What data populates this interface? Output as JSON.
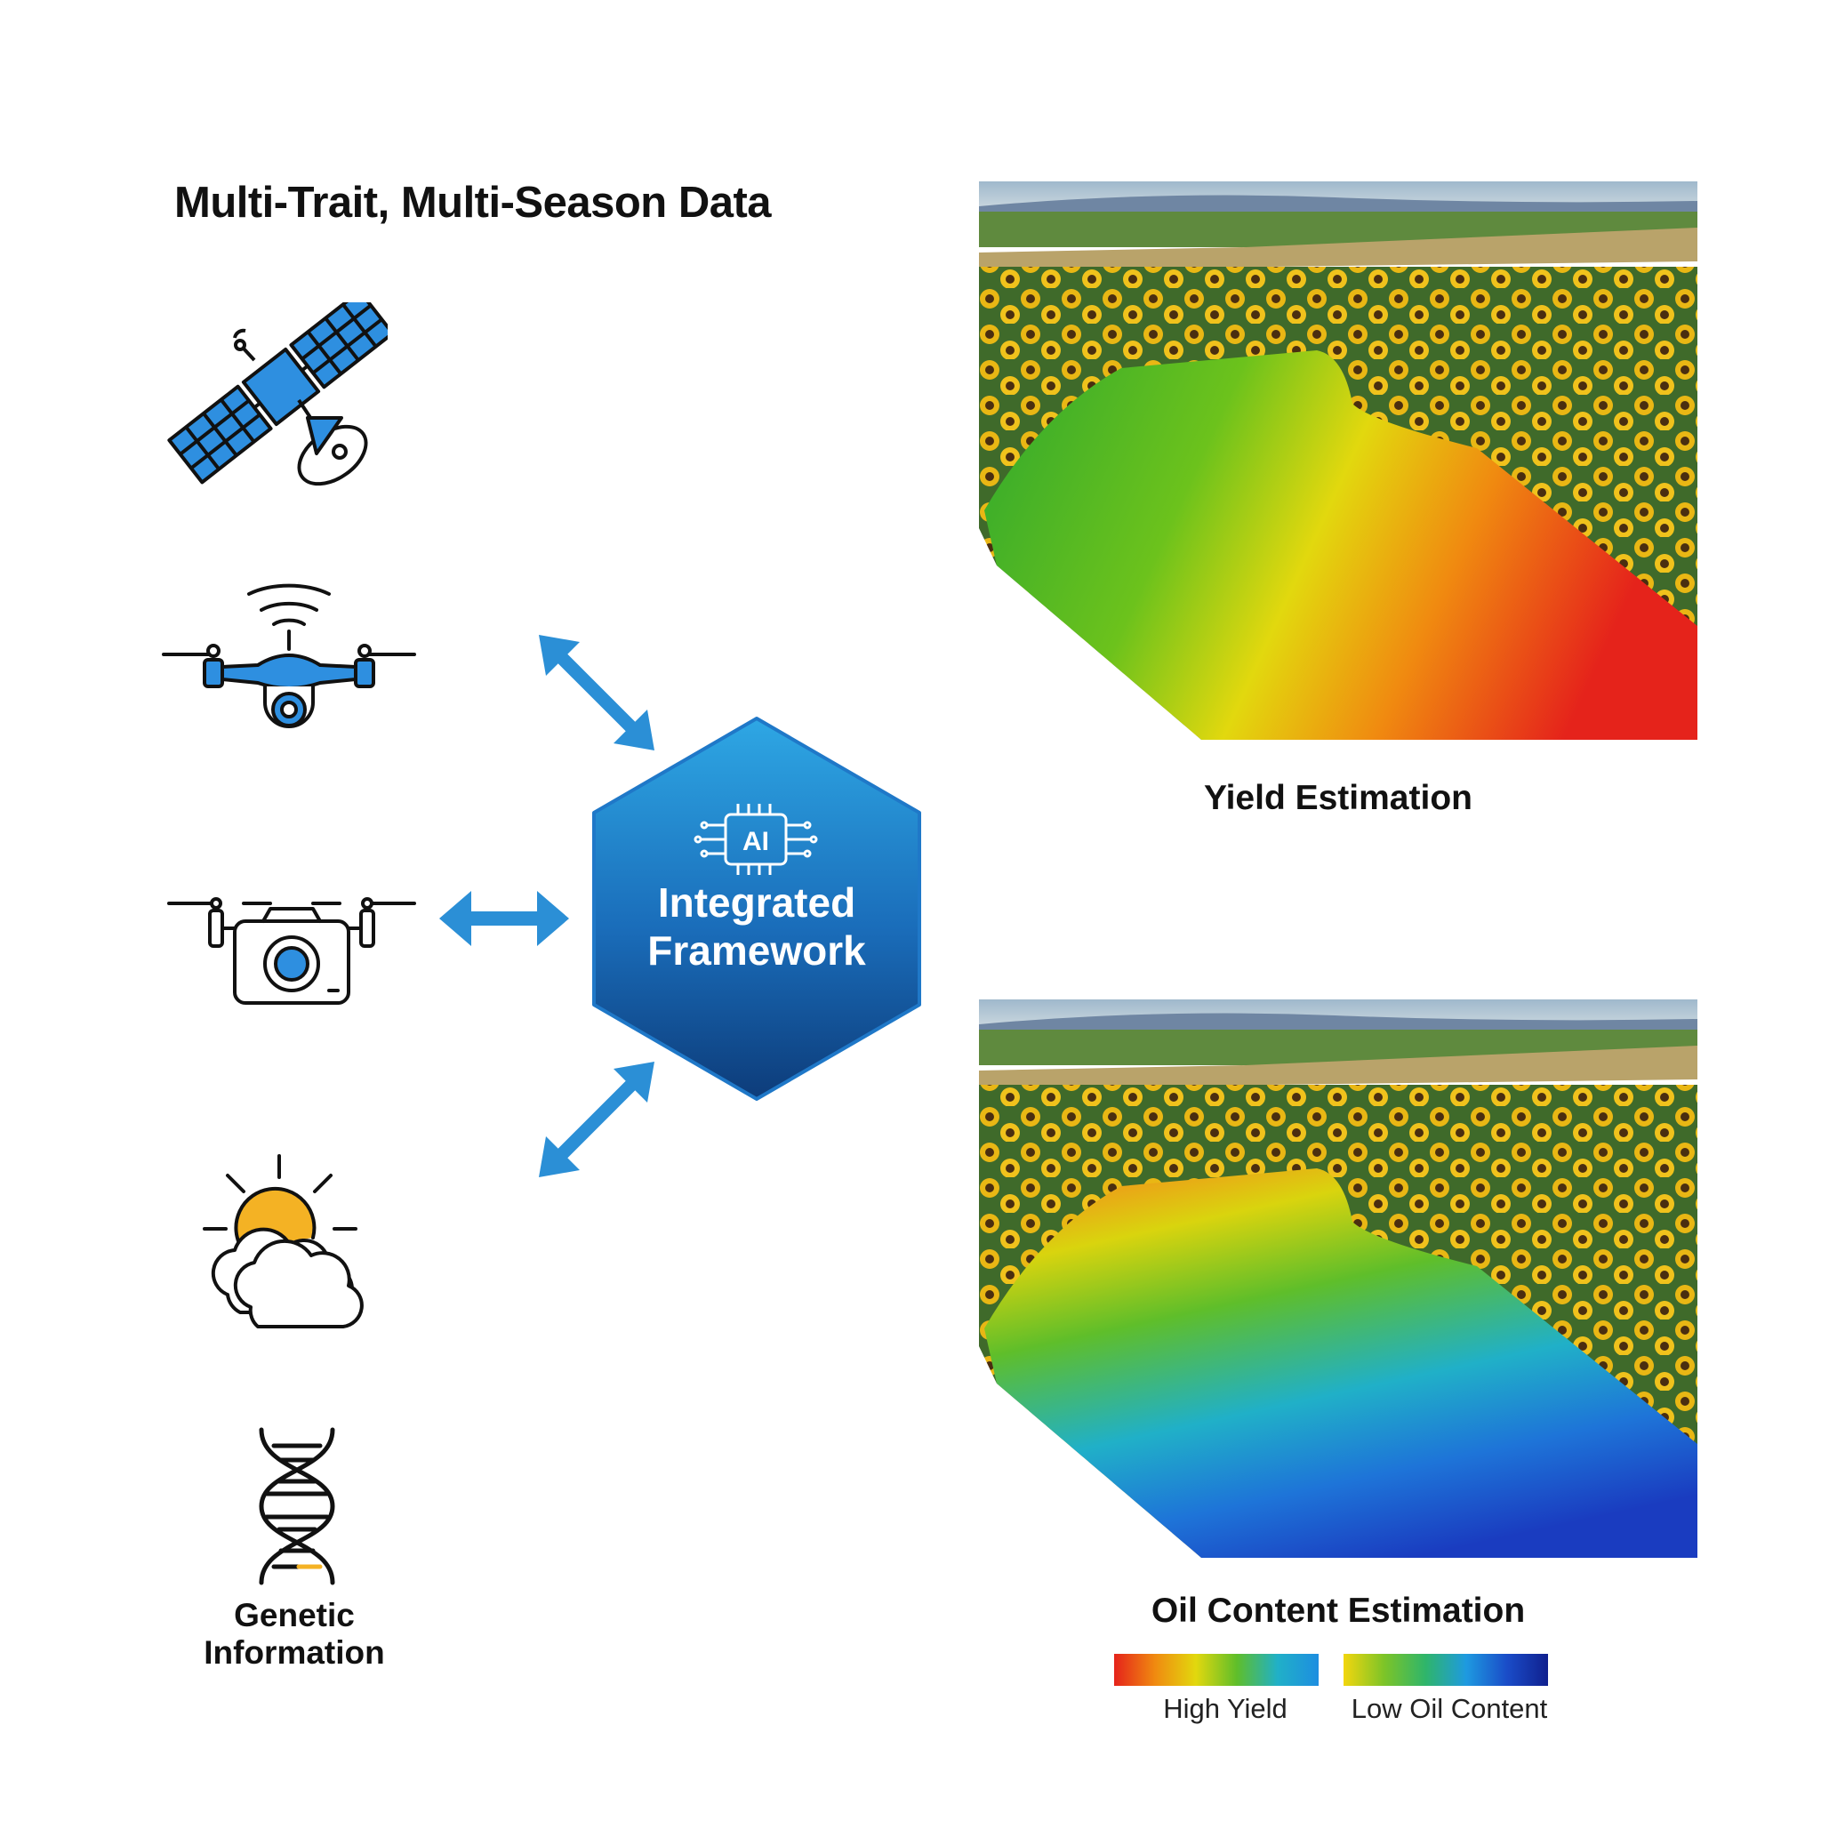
{
  "diagram": {
    "title": "Multi-Trait, Multi-Season Data",
    "hub": {
      "chip_label": "AI",
      "line1": "Integrated",
      "line2": "Framework"
    },
    "inputs": [
      {
        "icon": "satellite-icon"
      },
      {
        "icon": "drone-wifi-icon"
      },
      {
        "icon": "drone-camera-icon"
      },
      {
        "icon": "weather-sun-cloud-icon"
      },
      {
        "icon": "dna-icon",
        "label_line1": "Genetic",
        "label_line2": "Information"
      }
    ],
    "outputs": {
      "yield": {
        "caption": "Yield Estimation"
      },
      "oil": {
        "caption": "Oil Content Estimation"
      }
    },
    "legend": {
      "left_label": "High Yield",
      "right_label": "Low Oil Content"
    },
    "colors": {
      "accent_blue": "#2b8fd6",
      "hub_top": "#2ea7e4",
      "hub_bottom": "#0d3c7a",
      "icon_fill": "#2e8fe0",
      "sun": "#f4b224"
    }
  }
}
